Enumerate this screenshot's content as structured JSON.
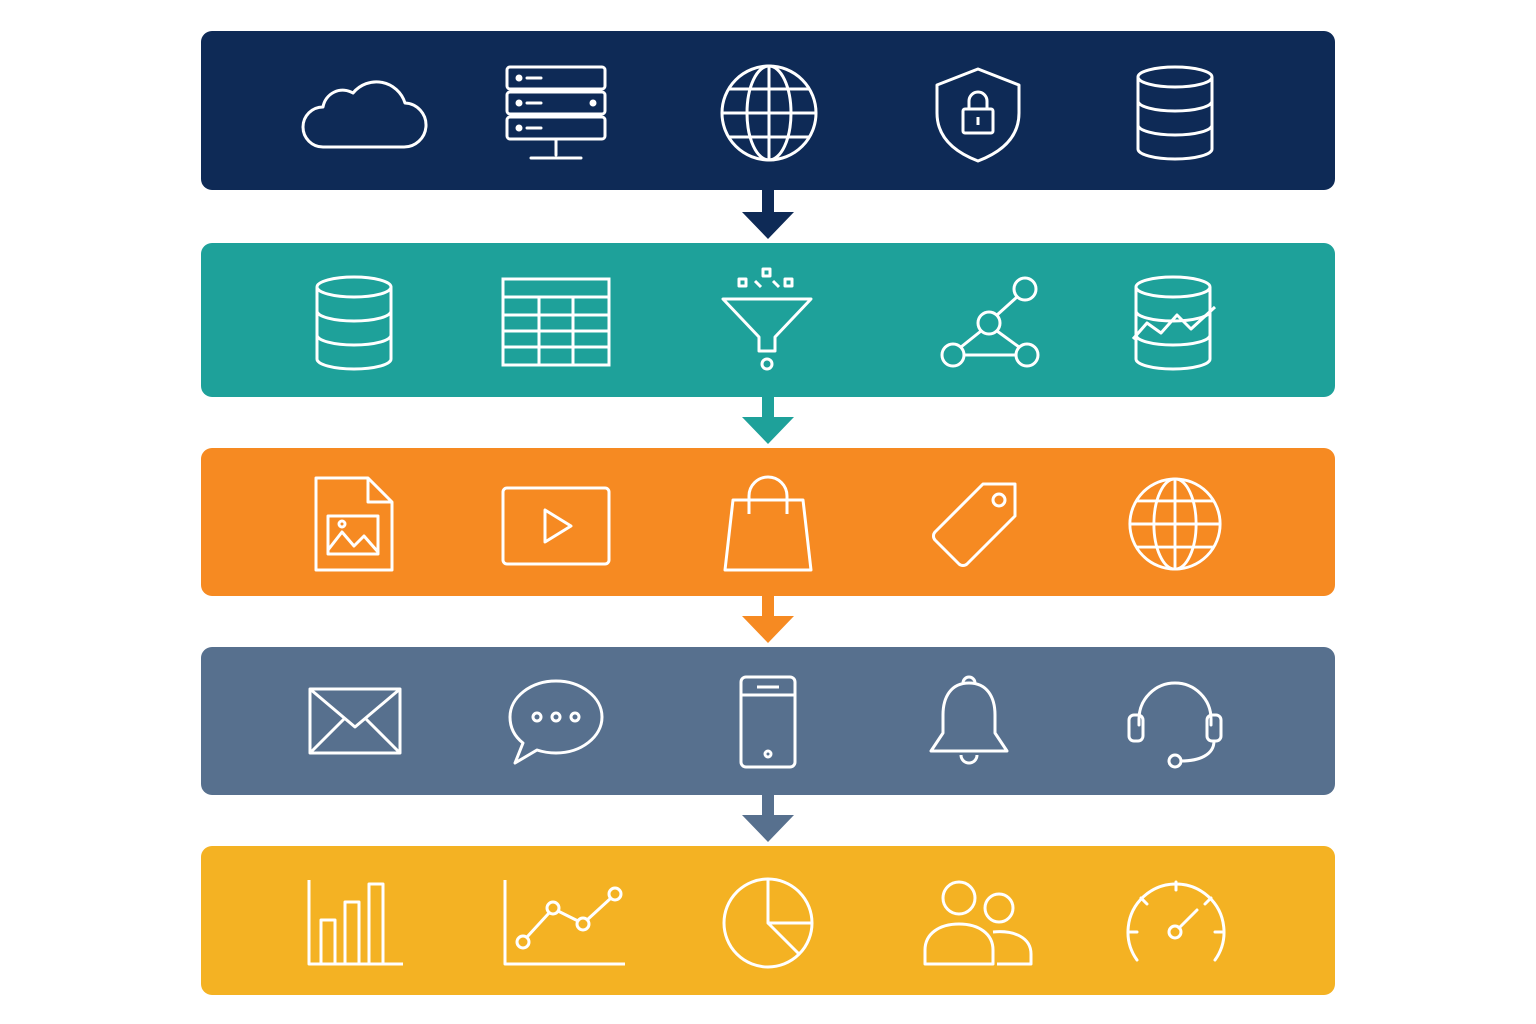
{
  "diagram": {
    "type": "layered-flow",
    "layers": [
      {
        "color": "#0e2a56",
        "icons": [
          "cloud-icon",
          "server-rack-icon",
          "globe-icon",
          "shield-lock-icon",
          "database-icon"
        ]
      },
      {
        "color": "#1ea19a",
        "icons": [
          "database-icon",
          "table-grid-icon",
          "filter-funnel-icon",
          "network-graph-icon",
          "database-chart-icon"
        ]
      },
      {
        "color": "#f68a22",
        "icons": [
          "image-file-icon",
          "video-play-icon",
          "shopping-bag-icon",
          "price-tag-icon",
          "globe-icon"
        ]
      },
      {
        "color": "#57708e",
        "icons": [
          "mail-icon",
          "chat-bubble-icon",
          "smartphone-icon",
          "bell-icon",
          "headset-icon"
        ]
      },
      {
        "color": "#f4b223",
        "icons": [
          "bar-chart-icon",
          "line-chart-icon",
          "pie-chart-icon",
          "users-icon",
          "speedometer-icon"
        ]
      }
    ],
    "connectors": [
      {
        "from": 1,
        "to": 2,
        "color": "#0e2a56"
      },
      {
        "from": 2,
        "to": 3,
        "color": "#1ea19a"
      },
      {
        "from": 3,
        "to": 4,
        "color": "#f68a22"
      },
      {
        "from": 4,
        "to": 5,
        "color": "#57708e"
      }
    ]
  }
}
